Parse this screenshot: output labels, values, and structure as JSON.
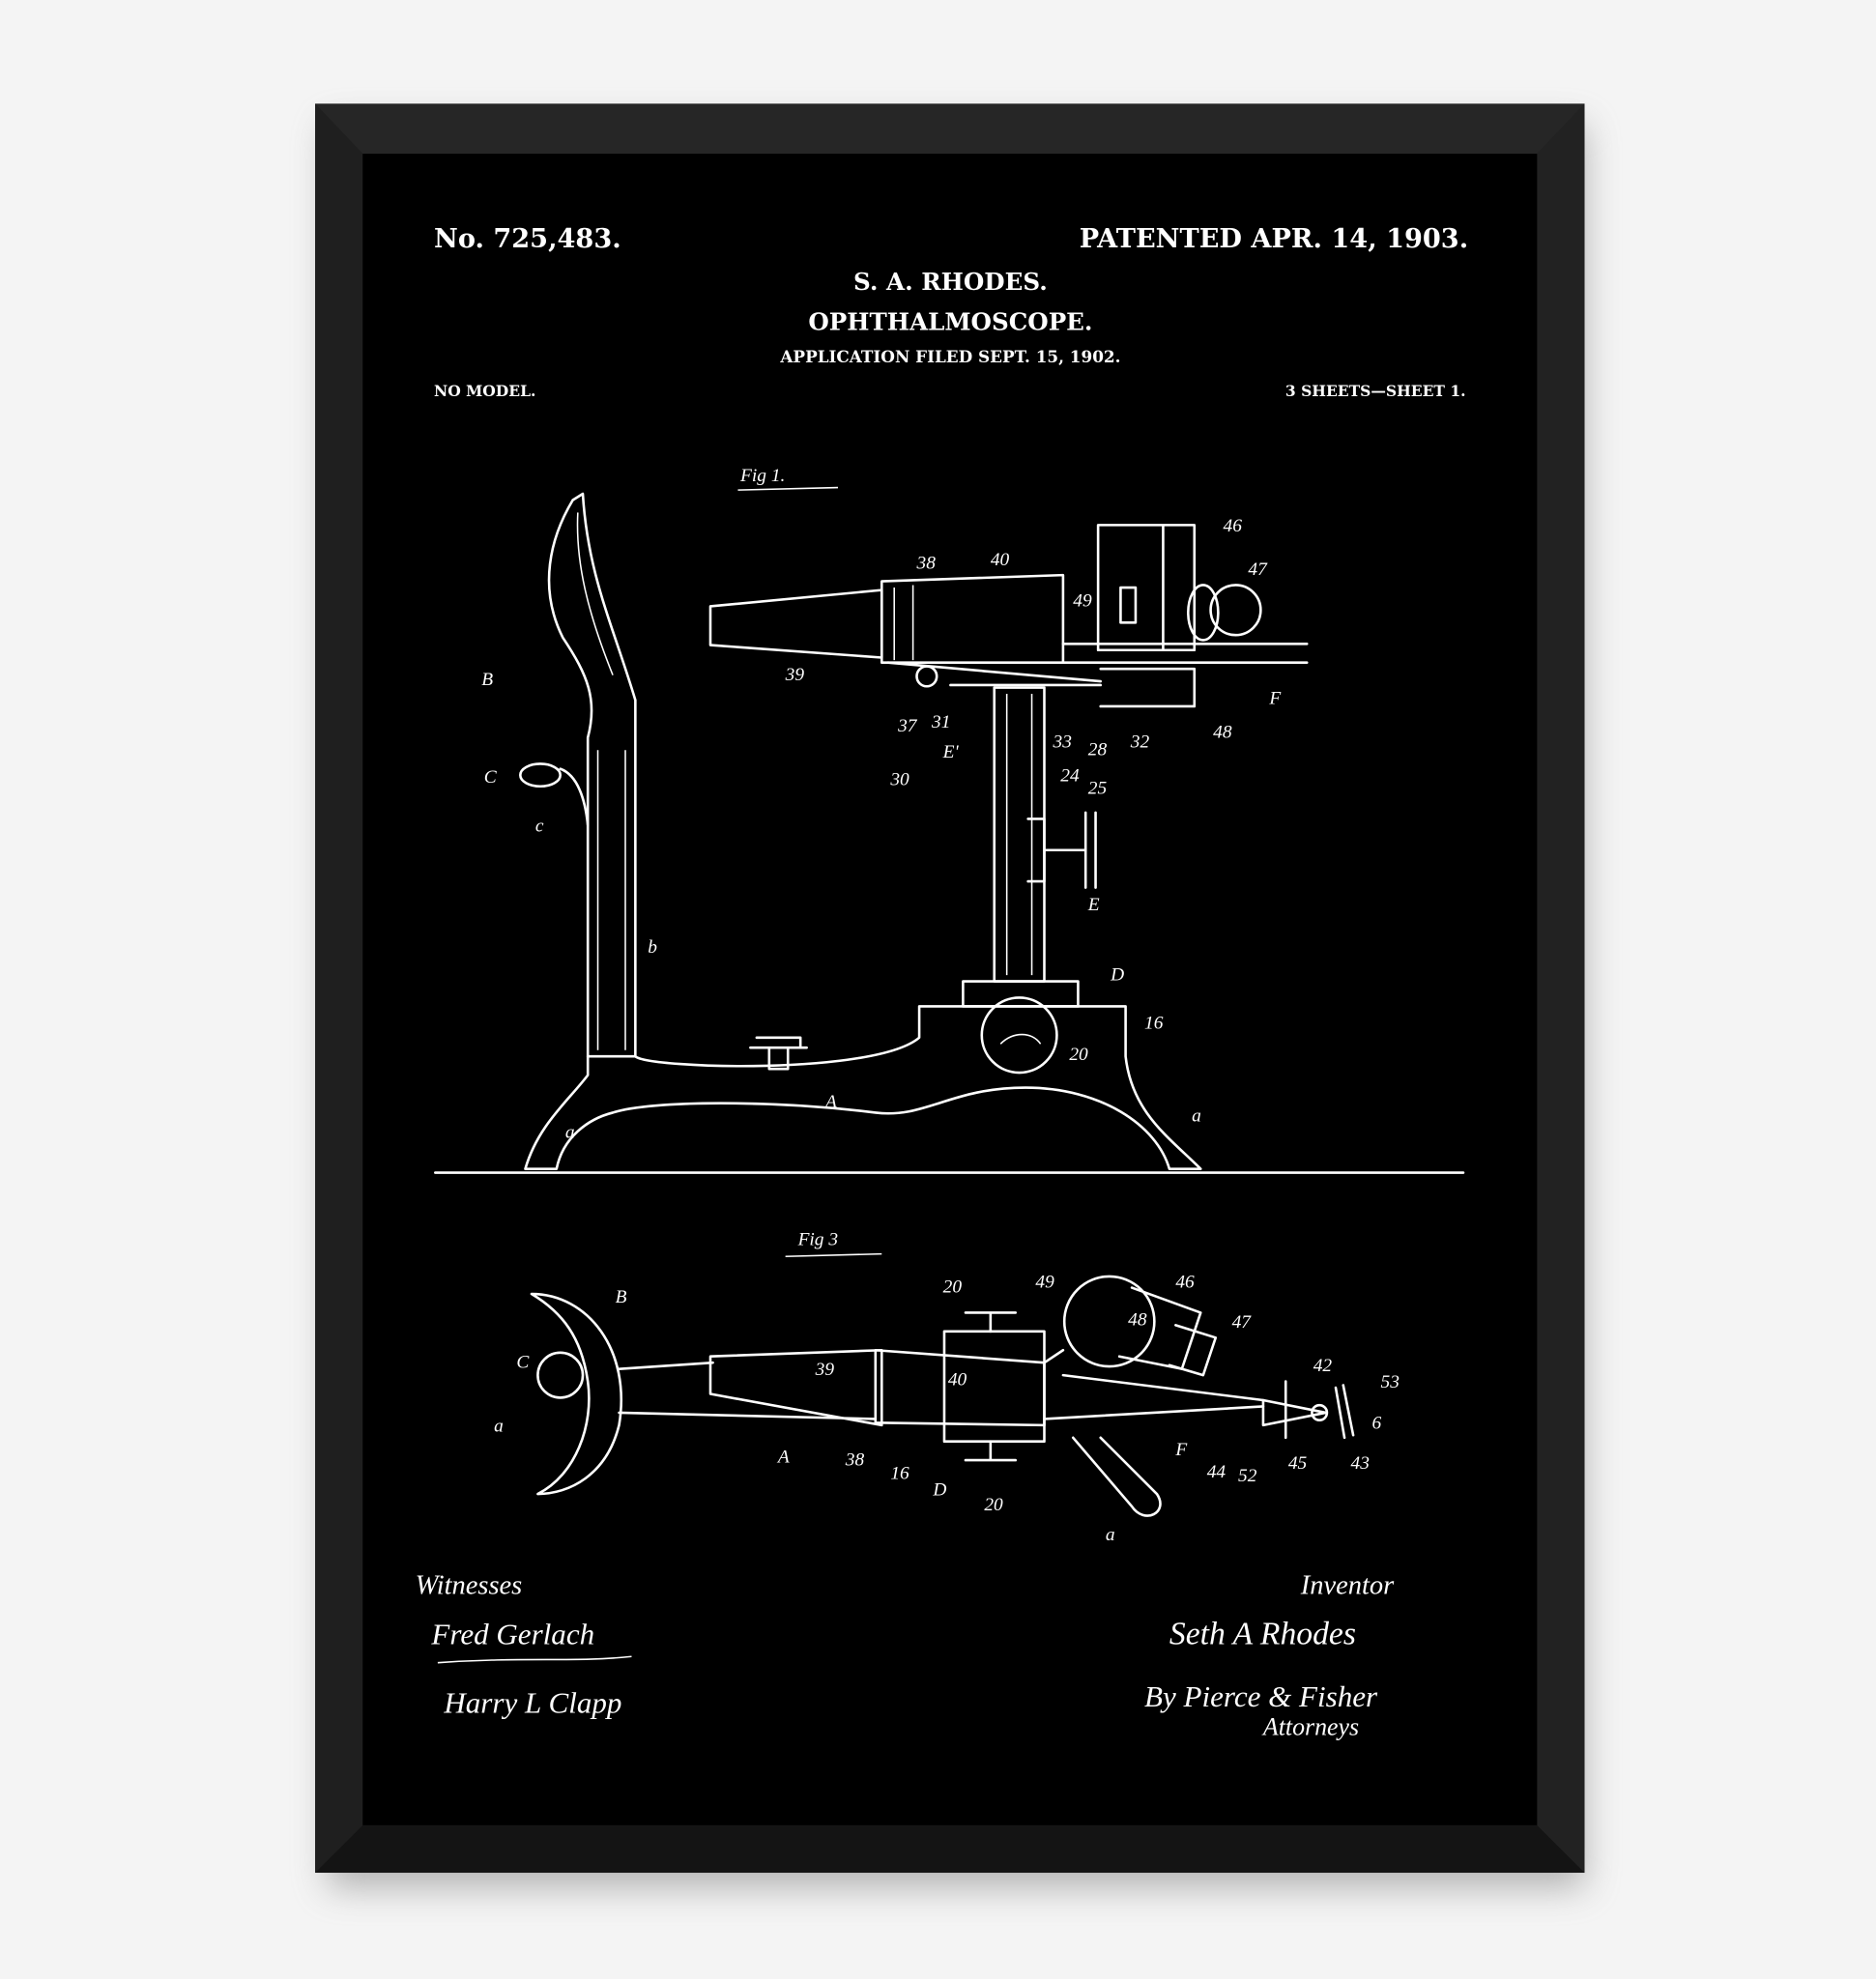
{
  "header": {
    "patent_number": "No. 725,483.",
    "patent_date": "PATENTED APR. 14, 1903.",
    "inventor_name": "S. A. RHODES.",
    "title": "OPHTHALMOSCOPE.",
    "application": "APPLICATION FILED SEPT. 15, 1902.",
    "model": "NO MODEL.",
    "sheets": "3 SHEETS—SHEET 1."
  },
  "figures": {
    "fig1_label": "Fig 1.",
    "fig3_label": "Fig 3",
    "fig1_refs": [
      "38",
      "40",
      "46",
      "47",
      "49",
      "39",
      "B",
      "37",
      "31",
      "33",
      "28",
      "32",
      "48",
      "F",
      "E'",
      "30",
      "24",
      "25",
      "C",
      "c",
      "E",
      "b",
      "D",
      "16",
      "20",
      "A",
      "a",
      "a"
    ],
    "fig3_refs": [
      "B",
      "20",
      "49",
      "46",
      "48",
      "47",
      "C",
      "39",
      "40",
      "42",
      "53",
      "6",
      "a",
      "A",
      "38",
      "16",
      "D",
      "F",
      "44",
      "52",
      "45",
      "43",
      "20",
      "a"
    ]
  },
  "signatures": {
    "witnesses_label": "Witnesses",
    "witness_1": "Fred Gerlach",
    "witness_2": "Harry L Clapp",
    "inventor_label": "Inventor",
    "inventor": "Seth A Rhodes",
    "by_attorneys": "By Pierce & Fisher",
    "attorneys_label": "Attorneys"
  }
}
